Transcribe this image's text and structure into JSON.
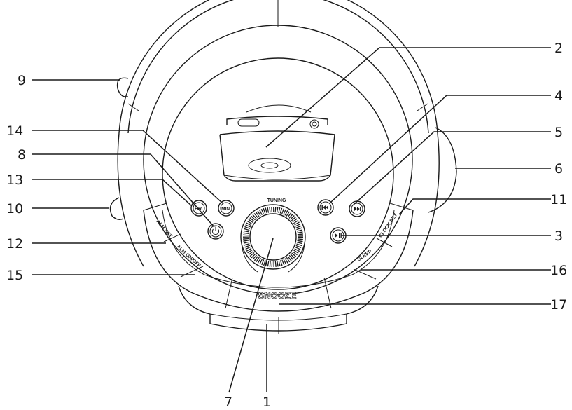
{
  "panel_labels": {
    "tuning": "TUNING",
    "hr": "HR.",
    "min": "MIN.",
    "alm_set": "ALM SET",
    "alm_on_off": "ALM ON/OFF",
    "clock_set": "CLOCK SET",
    "sleep": "SLEEP",
    "snooze": "SNOOZE"
  },
  "callouts": {
    "c1": "1",
    "c2": "2",
    "c3": "3",
    "c4": "4",
    "c5": "5",
    "c6": "6",
    "c7": "7",
    "c8": "8",
    "c9": "9",
    "c10": "10",
    "c11": "11",
    "c12": "12",
    "c13": "13",
    "c14": "14",
    "c15": "15",
    "c16": "16",
    "c17": "17"
  }
}
